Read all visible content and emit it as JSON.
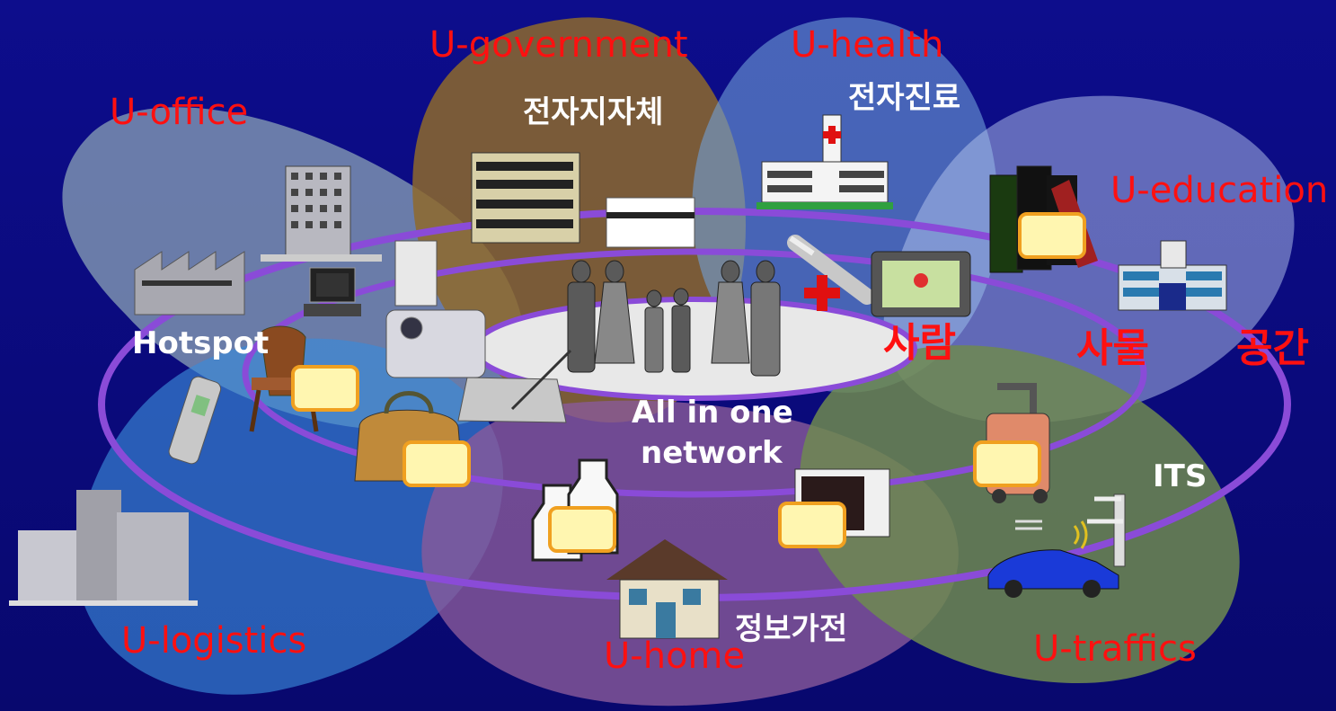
{
  "petals": {
    "office": "U-office",
    "government": "U-government",
    "health": "U-health",
    "education": "U-education",
    "logistics": "U-logistics",
    "home": "U-home",
    "traffics": "U-traffics"
  },
  "services": {
    "e_local_gov": "전자지자체",
    "e_medical": "전자진료",
    "info_appliance": "정보가전",
    "its": "ITS",
    "hotspot": "Hotspot"
  },
  "rings": {
    "person": "사람",
    "object": "사물",
    "space": "공간"
  },
  "center": {
    "line1": "All in one",
    "line2": "network"
  },
  "colors": {
    "background": "#0a0a82",
    "ring": "#8a4bd8",
    "petal_label": "#ff1010",
    "service_label": "#ffffff",
    "tag_fill": "#fff6b0",
    "tag_border": "#f0a020"
  },
  "icons": [
    "office-building-icon",
    "factory-icon",
    "laptop-icon",
    "government-building-icon",
    "id-card-icon",
    "hospital-icon",
    "syringe-icon",
    "monitor-icon",
    "books-icon",
    "school-icon",
    "family-icon",
    "chair-icon",
    "phone-icon",
    "washer-icon",
    "camera-icon",
    "tablet-icon",
    "bag-icon",
    "skyscraper-icon",
    "milk-icon",
    "house-icon",
    "microwave-icon",
    "luggage-icon",
    "car-icon",
    "traffic-signal-icon",
    "rfid-tag-icon"
  ]
}
